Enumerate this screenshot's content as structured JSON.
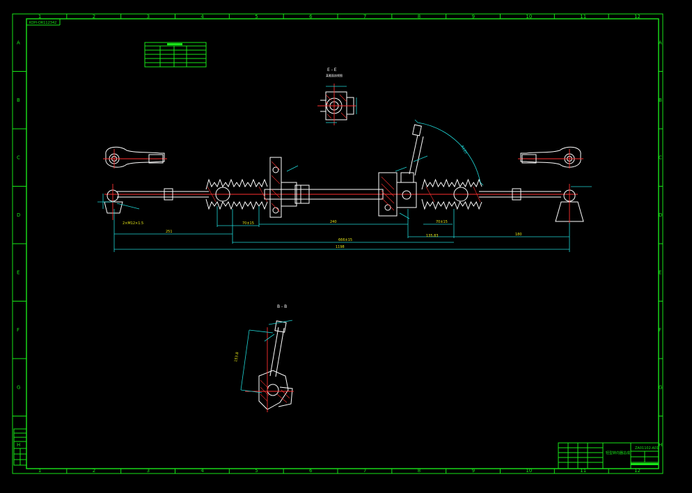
{
  "drawing": {
    "top_left_code": "KDH-OR112342",
    "view_e_label": "E - E",
    "view_b_label": "B - B",
    "title_block_name": "轻型转向器总成",
    "title_block_code": "ZA01102-A01",
    "view_e_note": "某截面剖视图"
  },
  "border": {
    "columns": [
      "1",
      "2",
      "3",
      "4",
      "5",
      "6",
      "7",
      "8",
      "9",
      "10",
      "11",
      "12"
    ],
    "rows": [
      "A",
      "B",
      "C",
      "D",
      "E",
      "F",
      "G",
      "H"
    ]
  },
  "colors": {
    "frame": "#19e619",
    "dimension": "#1fd7d7",
    "section": "#ff3030",
    "outline": "#ffffff"
  }
}
